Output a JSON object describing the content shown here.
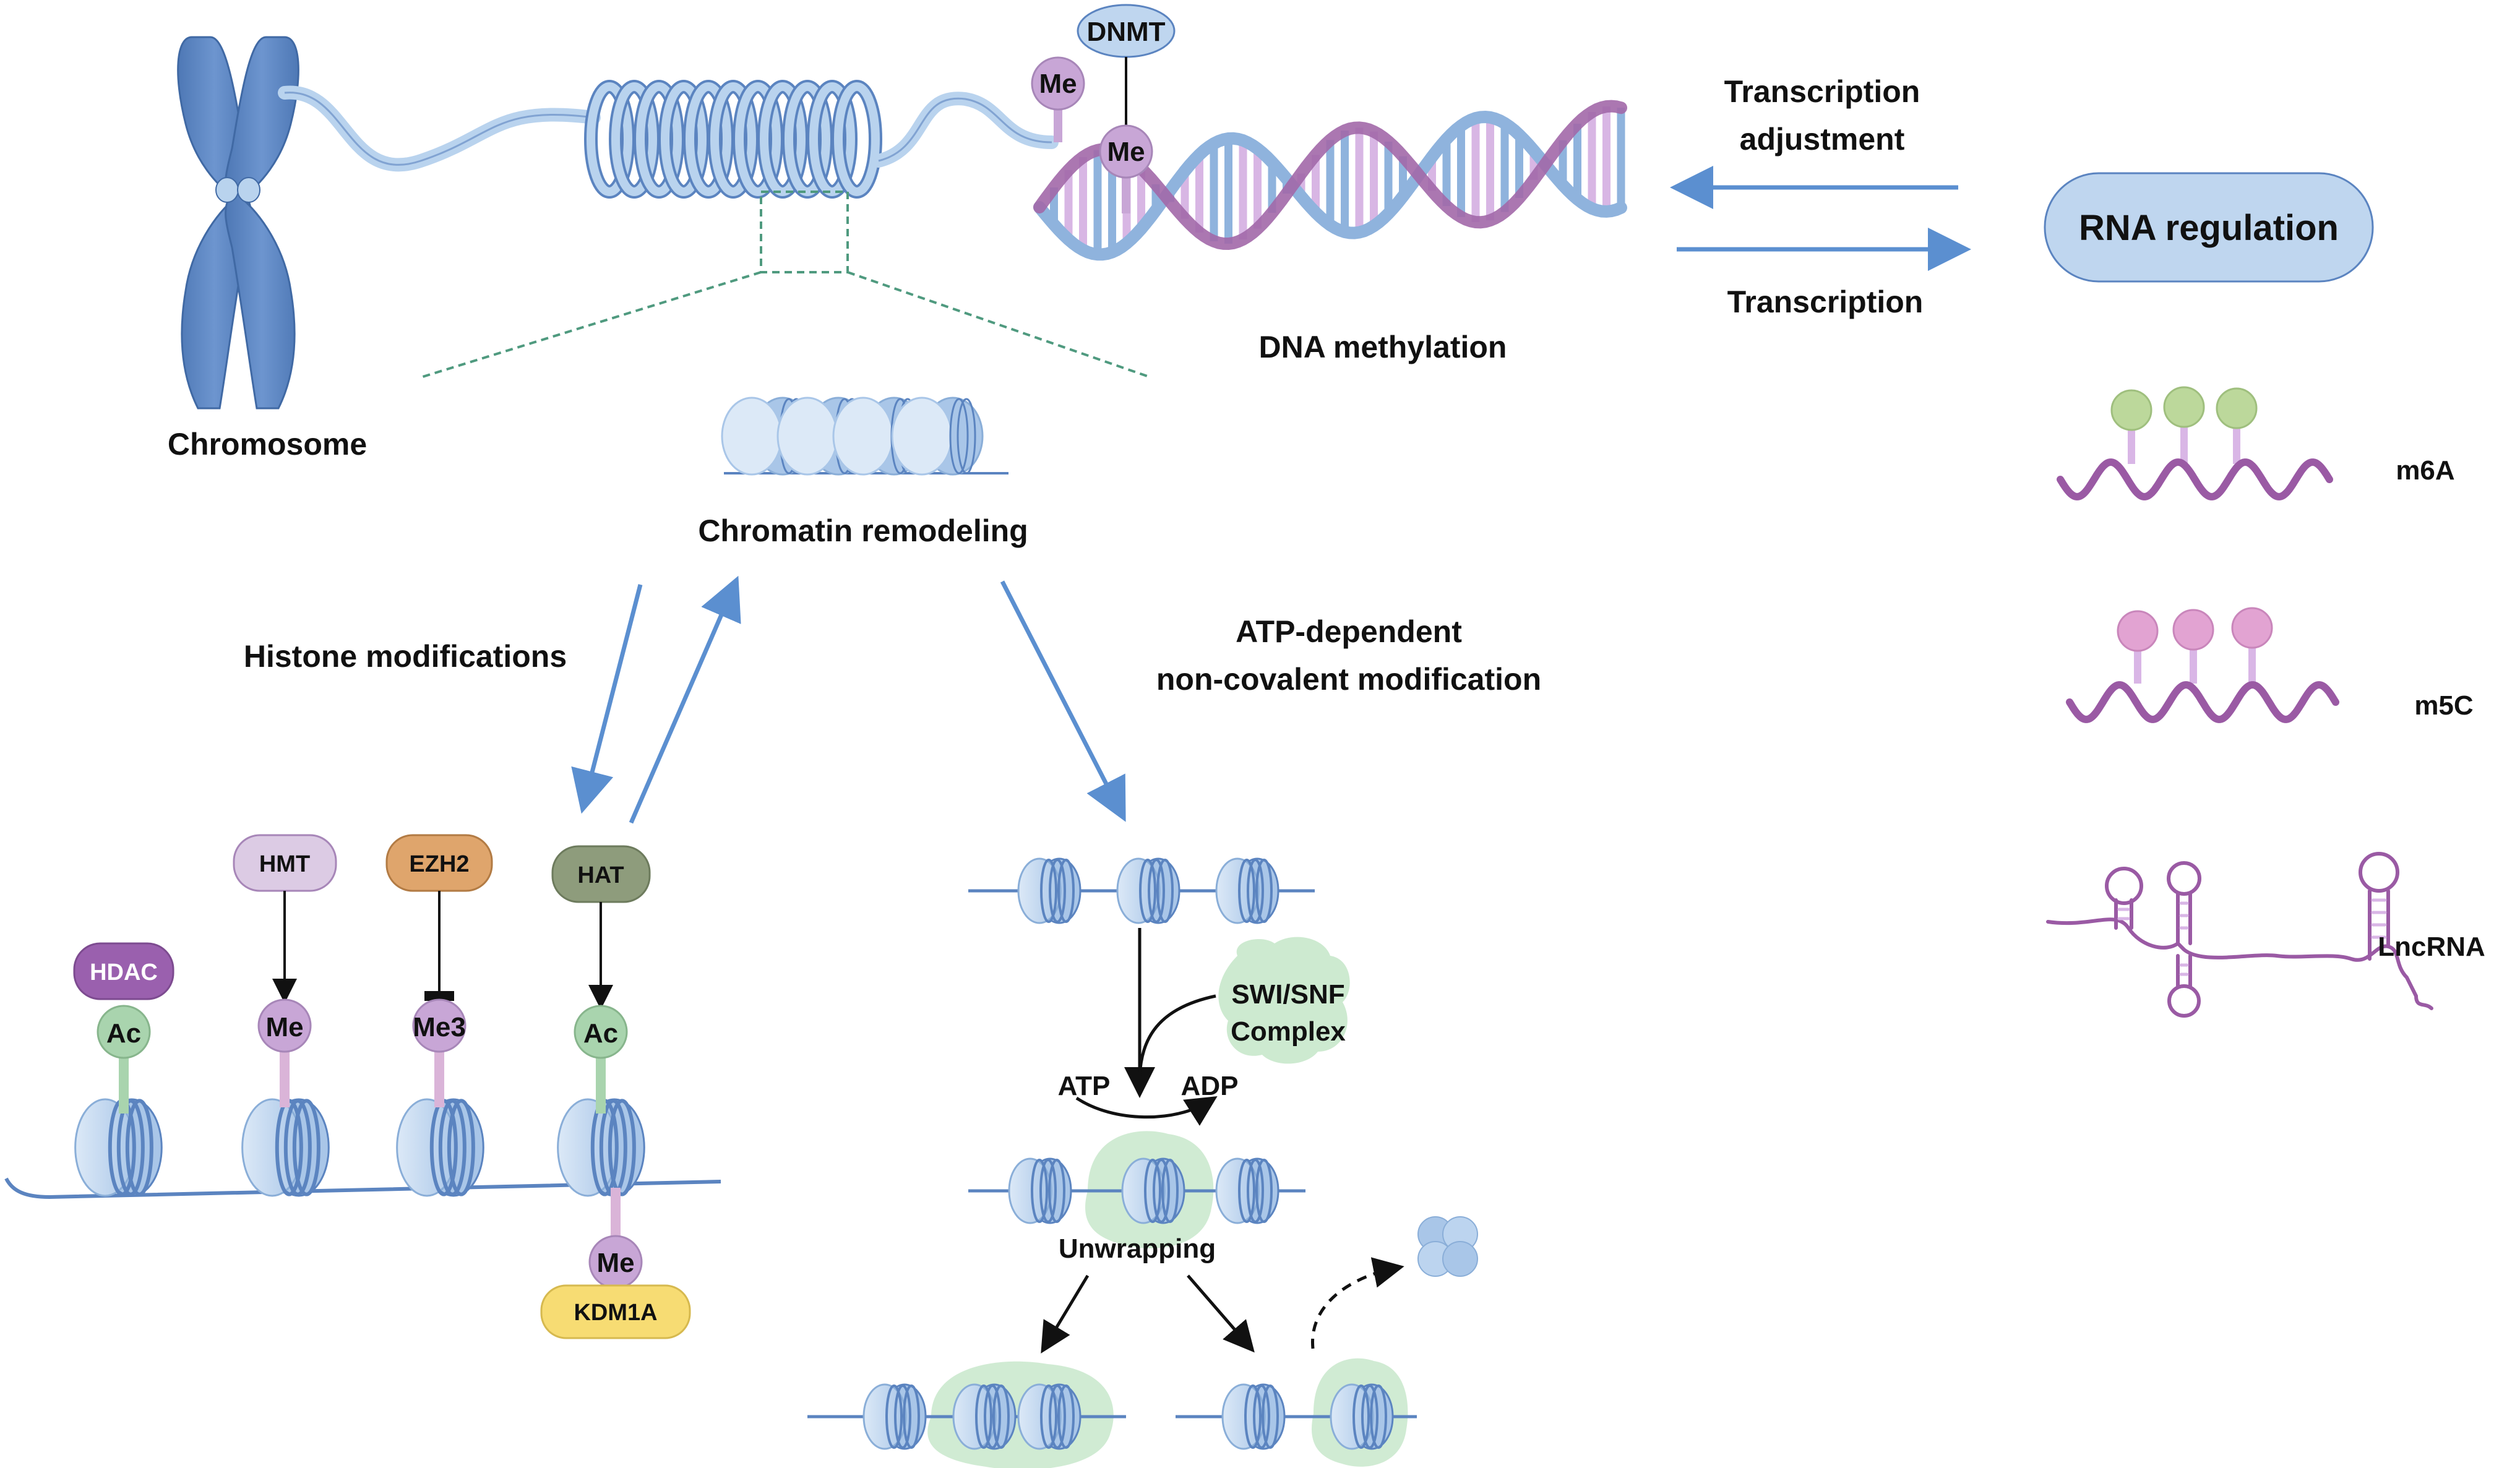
{
  "labels": {
    "chromosome": "Chromosome",
    "dna_methylation": "DNA methylation",
    "chromatin_remodeling": "Chromatin remodeling",
    "histone_modifications": "Histone modifications",
    "atp_dependent_line1": "ATP-dependent",
    "atp_dependent_line2": "non-covalent modification",
    "transcription_adjustment_line1": "Transcription",
    "transcription_adjustment_line2": "adjustment",
    "transcription": "Transcription",
    "rna_regulation": "RNA regulation",
    "m6a": "m6A",
    "m5c": "m5C",
    "lncrna": "LncRNA",
    "unwrapping": "Unwrapping",
    "atp": "ATP",
    "adp": "ADP",
    "swi_snf_line1": "SWI/SNF",
    "swi_snf_line2": "Complex"
  },
  "enzymes": {
    "dnmt": "DNMT",
    "hdac": "HDAC",
    "hmt": "HMT",
    "ezh2": "EZH2",
    "hat": "HAT",
    "kdm1a": "KDM1A"
  },
  "marks": {
    "me": "Me",
    "me3": "Me3",
    "ac": "Ac"
  },
  "colors": {
    "chromosome_blue": "#5b84c0",
    "chromatin_blue": "#b9d3ee",
    "arrow_blue": "#5b8fd0",
    "methyl_purple": "#c8a6d6",
    "rna_purple": "#9a5aa4",
    "acetyl_green": "#a9d4ae",
    "m6a_green": "#bcd89b",
    "m5c_pink": "#e2a3d2",
    "hdac_purple": "#9a60ae",
    "hmt_lilac": "#dccbe4",
    "ezh2_orange": "#dfa56c",
    "hat_olive": "#8e9c7c",
    "kdm1a_yellow": "#f7dc73",
    "rna_box_blue": "#bfd6ef",
    "swi_snf_green": "#c4e6c8"
  }
}
